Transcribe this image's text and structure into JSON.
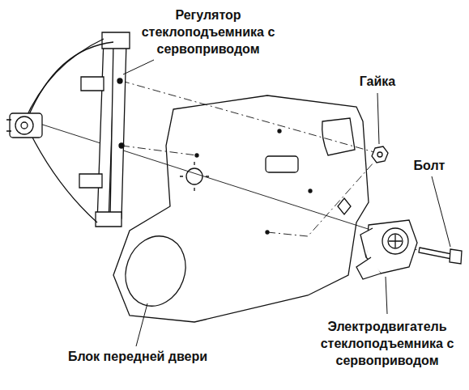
{
  "diagram": {
    "labels": [
      "Регулятор стеклоподъемника с сервоприводом",
      "Гайка",
      "Болт",
      "Электродвигатель стеклоподъемника с сервоприводом",
      "Блок передней двери"
    ]
  }
}
